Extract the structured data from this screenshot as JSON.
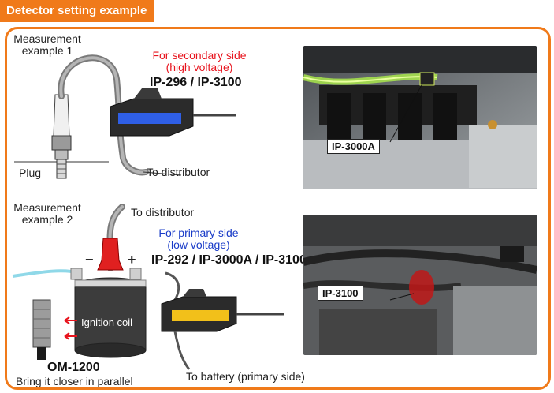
{
  "header": {
    "title": "Detector setting example"
  },
  "example1": {
    "label": "Measurement\nexample 1",
    "line1": "Measurement",
    "line2": "example 1",
    "sensor_side_line1": "For secondary side",
    "sensor_side_line2": "(high voltage)",
    "models": "IP-296 / IP-3100",
    "plug_label": "Plug",
    "to_distributor": "To distributor",
    "photo_callout": "IP-3000A"
  },
  "example2": {
    "line1": "Measurement",
    "line2": "example 2",
    "to_distributor": "To distributor",
    "sensor_side_line1": "For primary side",
    "sensor_side_line2": "(low voltage)",
    "models": "IP-292 / IP-3000A / IP-3100",
    "minus": "−",
    "plus": "+",
    "coil_label": "Ignition coil",
    "probe_model": "OM-1200",
    "probe_note": "Bring it closer in parallel",
    "to_battery": "To battery (primary side)",
    "photo_callout": "IP-3100"
  },
  "colors": {
    "accent": "#f07a1a",
    "secondary_text": "#e8141e",
    "primary_text": "#1a3cc8",
    "sensor_window_1": "#2f5fe6",
    "sensor_window_2": "#f2c01a"
  }
}
